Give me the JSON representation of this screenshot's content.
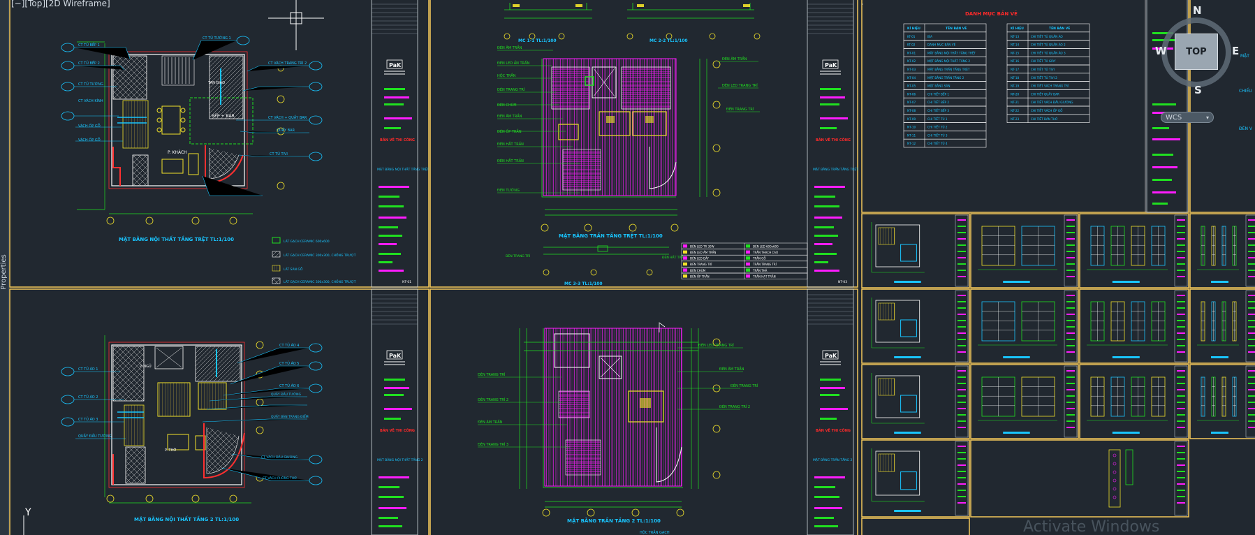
{
  "viewport": {
    "label": "[−][Top][2D Wireframe]",
    "properties_tab": "Properties",
    "watermark": "Activate Windows"
  },
  "viewcube": {
    "top_label": "TOP",
    "north": "N",
    "south": "S",
    "east": "E",
    "west": "W",
    "wcs": "WCS"
  },
  "colors": {
    "background": "#212830",
    "sheet_border": "#f4c85a",
    "cyan": "#19c5ff",
    "magenta": "#ff1cff",
    "green": "#20e020",
    "yellow": "#f2e22a",
    "red": "#ff2a2a",
    "white": "#ffffff"
  },
  "sheets": {
    "sheet1": {
      "title": "MẶT BẰNG NỘI THẤT TẦNG TRỆT TL:1/100",
      "room_labels": [
        "BẾP + BAR",
        "P. KHÁCH",
        "TAN GIAO"
      ],
      "left_callouts": [
        "CT TỦ BẾP 1",
        "CT TỦ BẾP 2",
        "CT TỦ TƯỜNG",
        "CT VÁCH KÍNH",
        "VÁCH ỐP GỖ"
      ],
      "right_callouts": [
        "CT TỦ TƯỜNG 1",
        "CT VÁCH TRANG TRÍ 2",
        "CT VÁCH + QUẦY BAR",
        "QUẦY BAR",
        "CT TỦ TIVI"
      ],
      "legend": [
        "LÁT GẠCH CERAMIC 600x600",
        "LÁT GẠCH CERAMIC 300x300, CHỐNG TRƯỢT",
        "LÁT SÀN GỖ",
        "LÁT GẠCH CERAMIC 300x300, CHỐNG TRƯỢT"
      ],
      "sheet_no": "NT-01"
    },
    "sheet2": {
      "title": "MẶT BẰNG TRẦN TẦNG TRỆT TL:1/100",
      "section1": "MC 1-1 TL:1/100",
      "section2": "MC 2-2 TL:1/100",
      "section3": "MC 3-3 TL:1/100",
      "callouts": [
        "ĐÈN ÂM TRẦN",
        "ĐÈN LED ẨN TRẦN",
        "HỘC TRẦN",
        "ĐÈN TRANG TRÍ",
        "ĐÈN CHÙM",
        "ĐÈN ÂM TRẦN",
        "ĐÈN ỐP TRẦN",
        "ĐÈN HẮT TRẦN",
        "ĐÈN TƯỜNG"
      ],
      "right_callouts": [
        "ĐÈN ÂM TRẦN",
        "ĐÈN LED TRANG TRÍ",
        "ĐÈN TRANG TRÍ"
      ],
      "legend_rows": [
        [
          "ĐÈN LED TR 30W",
          "ĐÈN LED 600x600"
        ],
        [
          "ĐÈN LED ÂM TRẦN",
          "TRẦN THẠCH CAO"
        ],
        [
          "ĐÈN LED DÂY",
          "TRẦN GỖ"
        ],
        [
          "ĐÈN TRANG TRÍ",
          "TRẦN TRANG TRÍ"
        ],
        [
          "ĐÈN CHÙM",
          "TRẦN THẢ"
        ],
        [
          "ĐÈN ỐP TRẦN",
          "TRẦN HẠT TRẦN"
        ]
      ],
      "sheet_no": "NT-03"
    },
    "sheet3": {
      "title": "MẶT BẰNG NỘI THẤT TẦNG 2 TL:1/100",
      "room_labels": [
        "P. NGỦ",
        "P. THỜ",
        "WC"
      ],
      "left_callouts": [
        "CT TỦ ÁO 1",
        "CT TỦ ÁO 2",
        "CT TỦ ÁO 3",
        "QUẦY ĐẦU TƯỜNG"
      ],
      "right_callouts": [
        "CT TỦ ÁO 4",
        "CT TỦ ÁO 5",
        "CT TỦ ÁO 6",
        "QUẦY ĐẦU TƯỜNG",
        "QUẦY BÀN TRANG ĐIỂM",
        "CT VÁCH ĐẦU GIƯỜNG",
        "CT VÁCH PHÒNG THỜ"
      ]
    },
    "sheet4": {
      "title": "MẶT BẰNG TRẦN TẦNG 2 TL:1/100",
      "callouts": [
        "ĐÈN TRANG TRÍ",
        "ĐÈN TRANG TRÍ 2",
        "ĐÈN ÂM TRẦN",
        "ĐÈN TRANG TRÍ 3"
      ],
      "right_callouts": [
        "ĐÈN LED TRANG TRÍ",
        "ĐÈN ÂM TRẦN",
        "ĐÈN TRANG TRÍ",
        "ĐÈN TRANG TRÍ 2"
      ],
      "bottom": "HỘC TRẦN GẠCH"
    },
    "title_block": {
      "logo": "PaK",
      "project_red": "BẢN VẼ THI CÔNG",
      "sheet1_name": "MẶT BẰNG NỘI THẤT TẦNG TRỆT",
      "sheet2_name": "MẶT BẰNG TRẦN TẦNG TRỆT",
      "sheet3_name": "MẶT BẰNG NỘI THẤT TẦNG 2",
      "sheet4_name": "MẶT BẰNG TRẦN TẦNG 2"
    },
    "index": {
      "title": "DANH MỤC BẢN VẼ",
      "headers": [
        "KÍ HIỆU",
        "TÊN BẢN VẼ"
      ],
      "table1": [
        [
          "KT-01",
          "BÌA"
        ],
        [
          "KT-02",
          "DANH MỤC BẢN VẼ"
        ],
        [
          "NT-01",
          "MẶT BẰNG NỘI THẤT TẦNG TRỆT"
        ],
        [
          "NT-02",
          "MẶT BẰNG NỘI THẤT TẦNG 2"
        ],
        [
          "NT-03",
          "MẶT BẰNG TRẦN TẦNG TRỆT"
        ],
        [
          "NT-04",
          "MẶT BẰNG TRẦN TẦNG 2"
        ],
        [
          "NT-05",
          "MẶT BẰNG SÀN"
        ],
        [
          "NT-06",
          "CHI TIẾT BẾP 1"
        ],
        [
          "NT-07",
          "CHI TIẾT BẾP 2"
        ],
        [
          "NT-08",
          "CHI TIẾT BẾP 3"
        ],
        [
          "NT-09",
          "CHI TIẾT TỦ 1"
        ],
        [
          "NT-10",
          "CHI TIẾT TỦ 2"
        ],
        [
          "NT-11",
          "CHI TIẾT TỦ 3"
        ],
        [
          "NT-12",
          "CHI TIẾT TỦ 4"
        ]
      ],
      "table2": [
        [
          "NT-13",
          "CHI TIẾT TỦ QUẦN ÁO"
        ],
        [
          "NT-14",
          "CHI TIẾT TỦ QUẦN ÁO 2"
        ],
        [
          "NT-15",
          "CHI TIẾT TỦ QUẦN ÁO 3"
        ],
        [
          "NT-16",
          "CHI TIẾT TỦ GIÀY"
        ],
        [
          "NT-17",
          "CHI TIẾT TỦ TIVI"
        ],
        [
          "NT-18",
          "CHI TIẾT TỦ TIVI 2"
        ],
        [
          "NT-19",
          "CHI TIẾT VÁCH TRANG TRÍ"
        ],
        [
          "NT-20",
          "CHI TIẾT QUẦY BAR"
        ],
        [
          "NT-21",
          "CHI TIẾT VÁCH ĐẦU GIƯỜNG"
        ],
        [
          "NT-22",
          "CHI TIẾT VÁCH ỐP GỖ"
        ],
        [
          "NT-23",
          "CHI TIẾT BÀN THỜ"
        ]
      ]
    }
  },
  "cropped_right": [
    "MẶT",
    "CHIẾU",
    "ĐÈN V"
  ]
}
